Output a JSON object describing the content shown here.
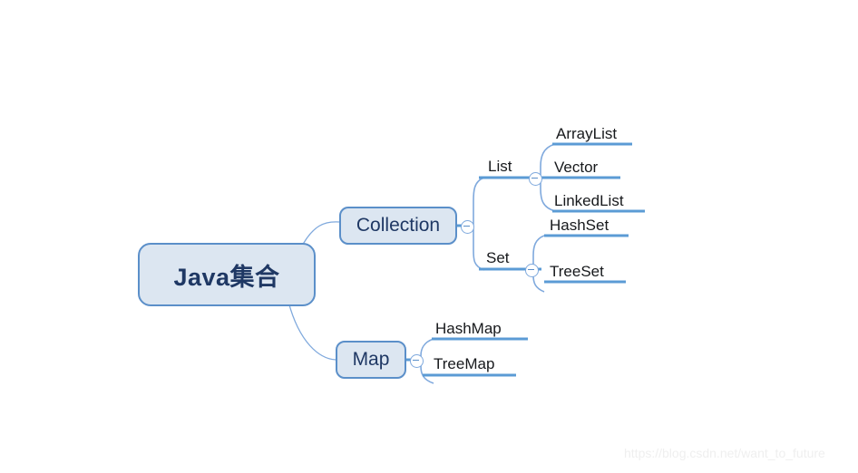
{
  "diagram": {
    "type": "mindmap",
    "root": {
      "label": "Java集合",
      "toggle_icon": "minus-circle-icon"
    },
    "branches": [
      {
        "label": "Collection",
        "toggle_icon": "minus-circle-icon",
        "children": [
          {
            "label": "List",
            "toggle_icon": "minus-circle-icon",
            "children": [
              {
                "label": "ArrayList"
              },
              {
                "label": "Vector"
              },
              {
                "label": "LinkedList"
              }
            ]
          },
          {
            "label": "Set",
            "toggle_icon": "minus-circle-icon",
            "children": [
              {
                "label": "HashSet"
              },
              {
                "label": "TreeSet"
              }
            ]
          }
        ]
      },
      {
        "label": "Map",
        "toggle_icon": "minus-circle-icon",
        "children": [
          {
            "label": "HashMap"
          },
          {
            "label": "TreeMap"
          }
        ]
      }
    ]
  },
  "watermark": {
    "text": "https://blog.csdn.net/want_to_future"
  },
  "colors": {
    "node_fill": "#dce6f1",
    "node_border": "#5b8fc9",
    "branch_line": "#5b9bd5",
    "connector_line": "#7fa9dd",
    "root_text": "#1f3864",
    "leaf_text": "#17191c",
    "watermark_text": "#efefef",
    "background": "#ffffff"
  }
}
